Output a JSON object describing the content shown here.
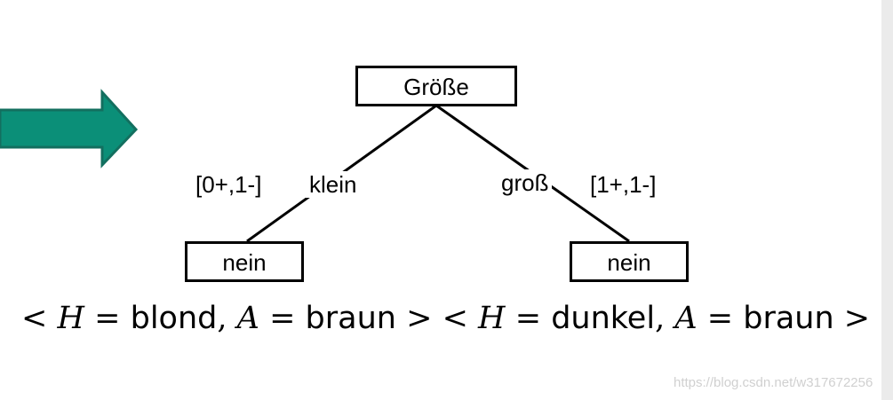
{
  "arrow": {
    "color": "#0b8f78",
    "border_color": "#136f5f"
  },
  "tree": {
    "root": {
      "label": "Größe"
    },
    "branches": [
      {
        "edge_label": "klein",
        "count_label": "[0+,1-]",
        "leaf": "nein"
      },
      {
        "edge_label": "groß",
        "count_label": "[1+,1-]",
        "leaf": "nein"
      }
    ]
  },
  "formula": {
    "example1": {
      "h_var": "H",
      "h_val": "blond",
      "a_var": "A",
      "a_val": "braun"
    },
    "example2": {
      "h_var": "H",
      "h_val": "dunkel",
      "a_var": "A",
      "a_val": "braun"
    },
    "lt": "<",
    "gt": ">",
    "eq": "=",
    "comma": ","
  },
  "watermark": "https://blog.csdn.net/w317672256"
}
